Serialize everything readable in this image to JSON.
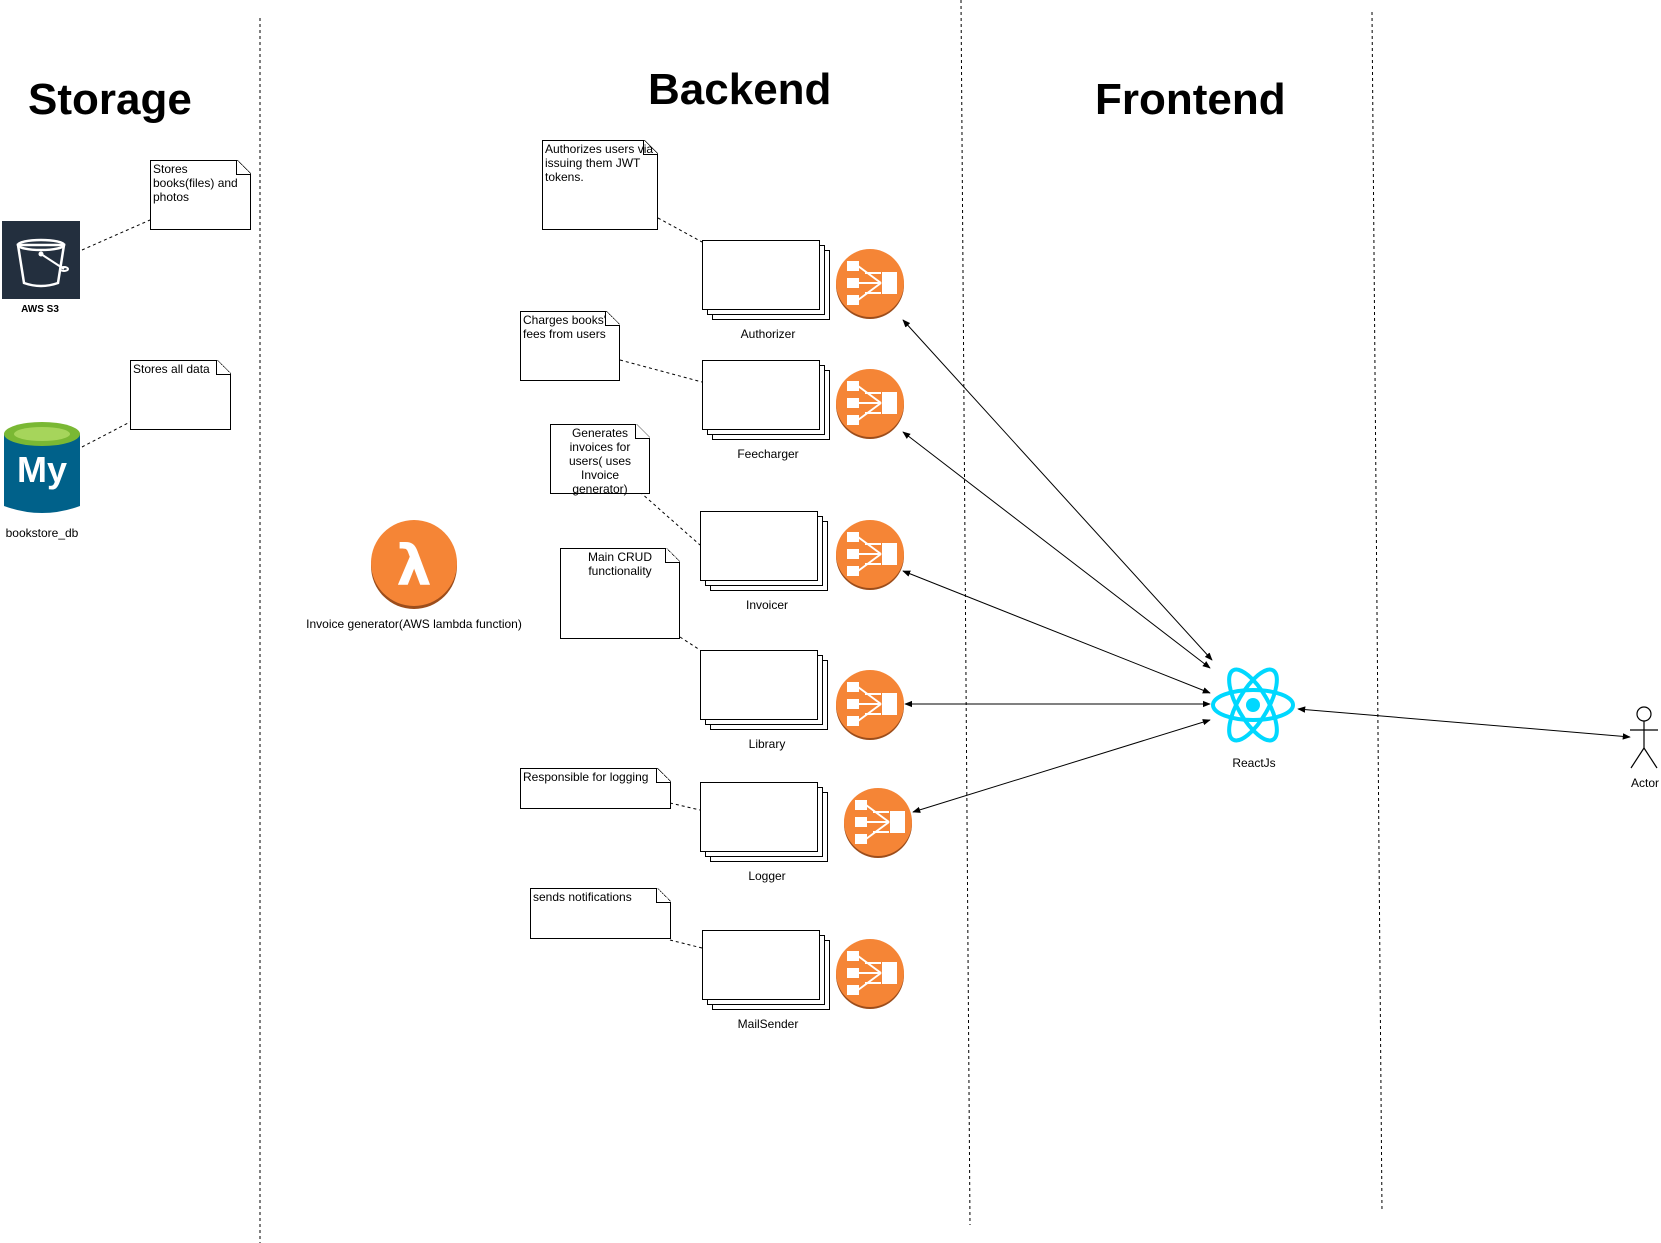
{
  "columns": {
    "storage": "Storage",
    "backend": "Backend",
    "frontend": "Frontend"
  },
  "storage": {
    "s3_label": "AWS S3",
    "s3_note": "Stores books(files) and photos",
    "db_label": "bookstore_db",
    "db_note": "Stores all data"
  },
  "lambda": {
    "label": "Invoice generator(AWS lambda function)"
  },
  "services": [
    {
      "name": "Authorizer",
      "note": "Authorizes users via issuing them JWT tokens."
    },
    {
      "name": "Feecharger",
      "note": "Charges books' fees from users"
    },
    {
      "name": "Invoicer",
      "note": "Generates invoices for users( uses Invoice generator)"
    },
    {
      "name": "Library",
      "note": "Main CRUD functionality"
    },
    {
      "name": "Logger",
      "note": "Responsible for logging"
    },
    {
      "name": "MailSender",
      "note": "sends notifications"
    }
  ],
  "frontend": {
    "react_label": "ReactJs",
    "actor_label": "Actor"
  },
  "colors": {
    "aws_orange": "#f58536",
    "s3_bg": "#232f3e",
    "mysql_blue": "#00618a",
    "mysql_green": "#7ab834",
    "react_cyan": "#00d8ff"
  },
  "icons": {
    "s3": "s3-bucket-icon",
    "db": "mysql-database-icon",
    "lambda": "lambda-icon",
    "lb": "load-balancer-icon",
    "react": "react-icon",
    "actor": "actor-stick-figure-icon"
  }
}
